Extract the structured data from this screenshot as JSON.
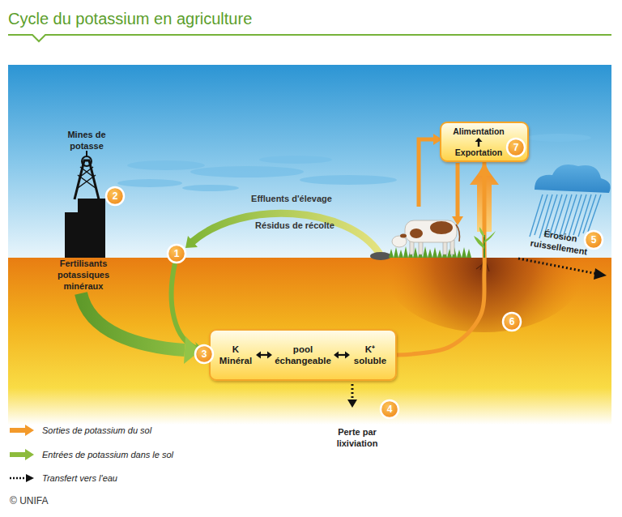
{
  "diagram": {
    "title": "Cycle du potassium en agriculture",
    "nodes": [
      {
        "text": [
          "Alimentation",
          "Exportation"
        ]
      },
      {
        "text": [
          "K Minéral",
          "pool échangeable",
          "K⁺ soluble"
        ]
      }
    ],
    "edges": [
      {
        "from": 1,
        "to": 0,
        "arrow": "to"
      }
    ],
    "labels": [
      "Mines de potasse",
      "7",
      "2",
      "Effluents d'élevage",
      "Résidus de récolte",
      "Érosion ruissellement",
      "5",
      "1",
      "Fertilisants potassiques minéraux",
      "6",
      "3",
      "4",
      "Perte par lixiviation",
      "© UNIFA"
    ],
    "legend": [
      {
        "text": "Sorties de potassium du sol",
        "color": "#f39a2b"
      },
      {
        "text": "Entrées de potassium dans le sol",
        "color": "#8dbb3c"
      },
      {
        "text": "Transfert vers l'eau"
      }
    ]
  }
}
